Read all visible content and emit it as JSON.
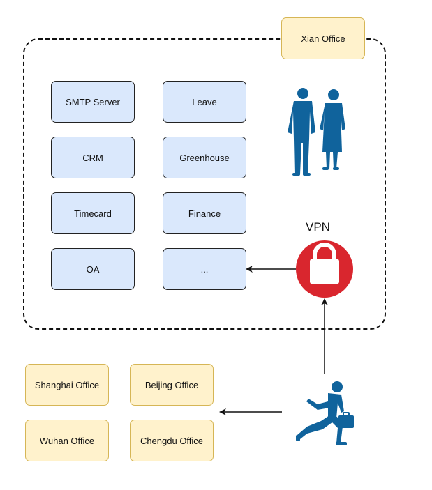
{
  "network": {
    "title_office": "Xian Office",
    "systems": [
      "SMTP Server",
      "Leave",
      "CRM",
      "Greenhouse",
      "Timecard",
      "Finance",
      "OA",
      "..."
    ]
  },
  "vpn": {
    "label": "VPN"
  },
  "offices": [
    "Shanghai Office",
    "Beijing Office",
    "Wuhan Office",
    "Chengdu Office"
  ],
  "icons": {
    "staff": "business-people-icon",
    "lock": "padlock-icon",
    "traveler": "running-businessman-icon"
  },
  "colors": {
    "system_fill": "#dae8fc",
    "office_fill": "#fff2cc",
    "office_border": "#d6b656",
    "vpn_red": "#d9262e",
    "figure_blue": "#10639c"
  }
}
